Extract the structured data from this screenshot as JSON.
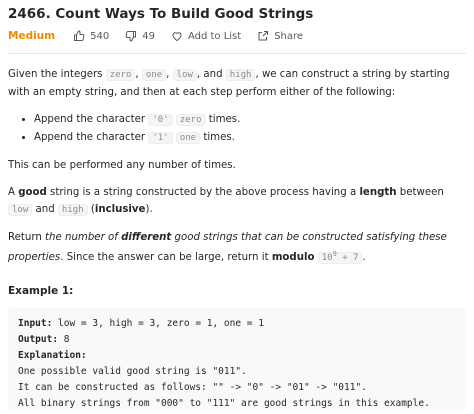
{
  "problem": {
    "title": "2466. Count Ways To Build Good Strings",
    "difficulty": "Medium",
    "likes": "540",
    "dislikes": "49",
    "add_to_list": "Add to List",
    "share": "Share"
  },
  "description": {
    "p1_a": "Given the integers ",
    "p1_zero": "zero",
    "p1_sep1": ", ",
    "p1_one": "one",
    "p1_sep2": ", ",
    "p1_low": "low",
    "p1_sep3": ", and ",
    "p1_high": "high",
    "p1_b": ", we can construct a string by starting with an empty string, and then at each step perform either of the following:",
    "step1_a": "Append the character ",
    "step1_char": "'0'",
    "step1_var": "zero",
    "step1_b": " times.",
    "step2_a": "Append the character ",
    "step2_char": "'1'",
    "step2_var": "one",
    "step2_b": " times.",
    "p2": "This can be performed any number of times.",
    "p3_a": "A ",
    "p3_good": "good",
    "p3_b": " string is a string constructed by the above process having a ",
    "p3_length": "length",
    "p3_c": " between ",
    "p3_low": "low",
    "p3_d": " and ",
    "p3_high": "high",
    "p3_e": " (",
    "p3_inclusive": "inclusive",
    "p3_f": ").",
    "p4_a": "Return ",
    "p4_em1": "the number of ",
    "p4_different": "different",
    "p4_em2": " good strings that can be constructed satisfying these properties",
    "p4_b": ". Since the answer can be large, return it ",
    "p4_modulo": "modulo",
    "p4_mod_base": "10",
    "p4_mod_exp": "9",
    "p4_mod_rest": " + 7",
    "p4_c": "."
  },
  "example": {
    "title": "Example 1:",
    "input_label": "Input:",
    "input_value": " low = 3, high = 3, zero = 1, one = 1",
    "output_label": "Output:",
    "output_value": " 8",
    "explanation_label": "Explanation:",
    "line1": "One possible valid good string is \"011\".",
    "line2": "It can be constructed as follows: \"\" -> \"0\" -> \"01\" -> \"011\".",
    "line3": "All binary strings from \"000\" to \"111\" are good strings in this example."
  }
}
